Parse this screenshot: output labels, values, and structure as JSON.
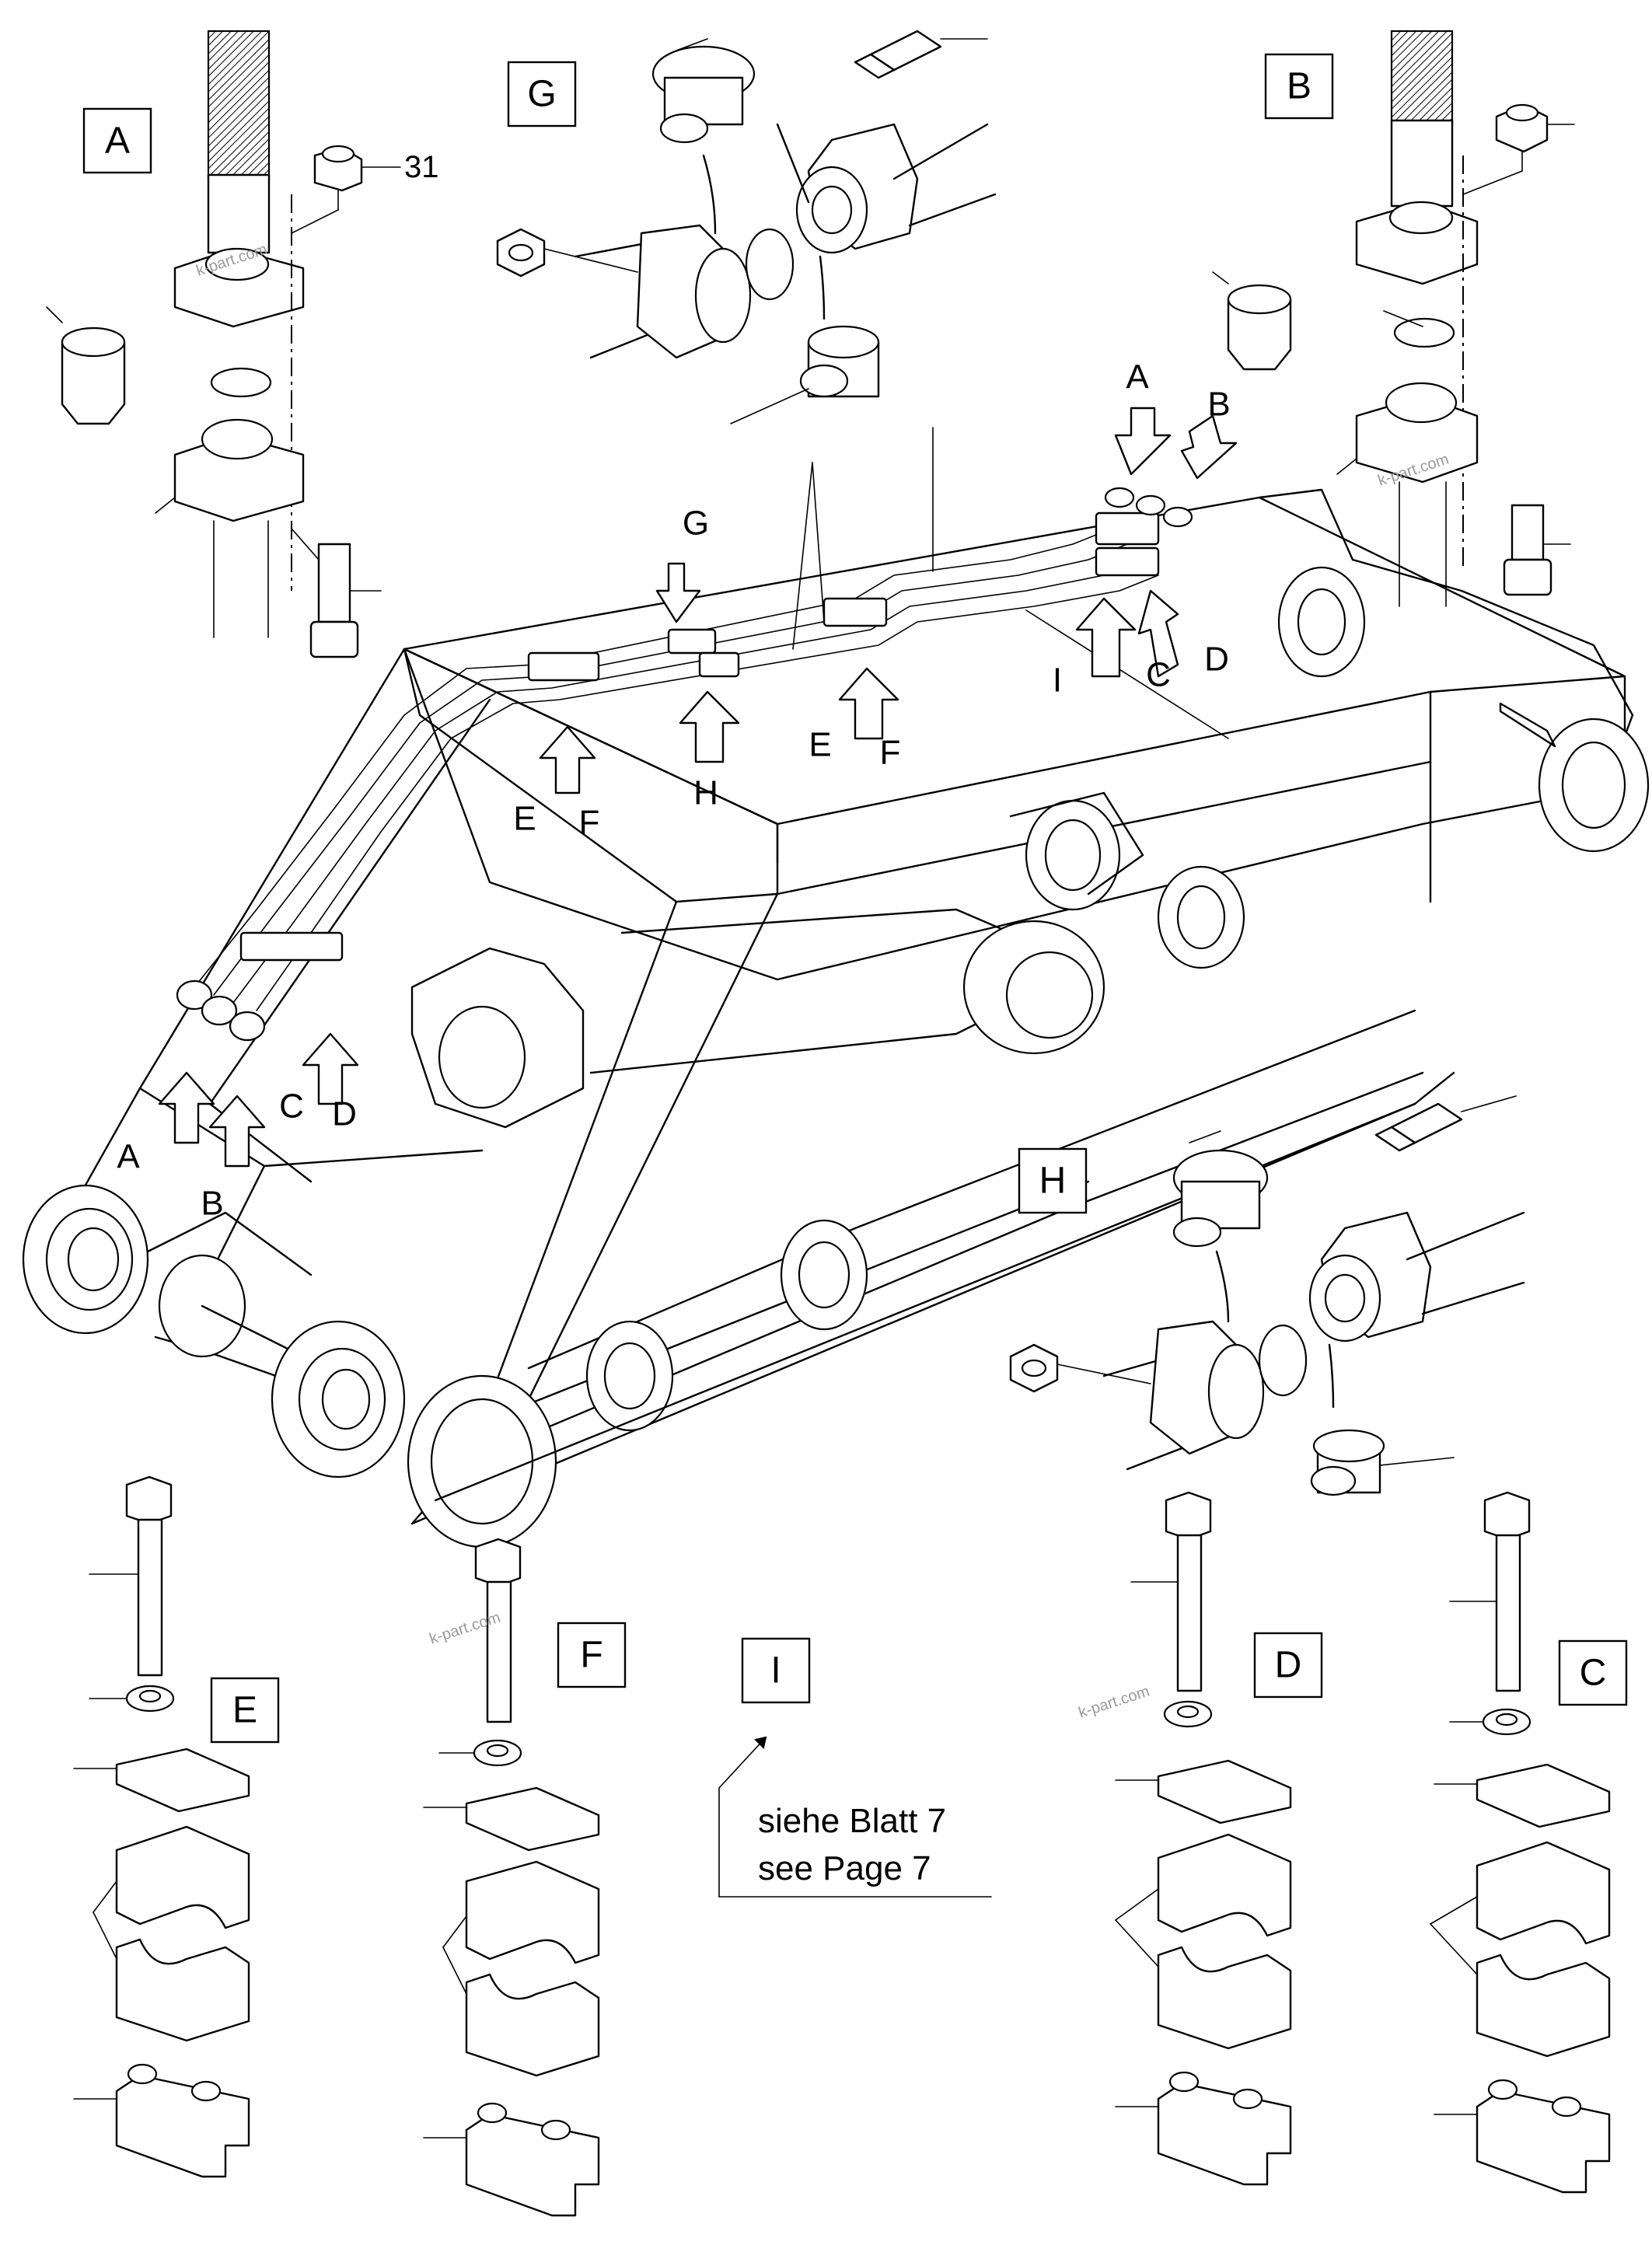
{
  "detail_boxes": {
    "A": "A",
    "B": "B",
    "C": "C",
    "D": "D",
    "E": "E",
    "F": "F",
    "G": "G",
    "H": "H",
    "I": "I"
  },
  "callouts": {
    "arrow_A_top": "A",
    "arrow_B_top": "B",
    "arrow_G": "G",
    "arrow_I": "I",
    "arrow_C_right": "C",
    "arrow_D_right": "D",
    "arrow_E_mid": "E",
    "arrow_F_mid": "F",
    "arrow_H": "H",
    "arrow_E_left": "E",
    "arrow_F_left": "F",
    "arrow_A_bottom": "A",
    "arrow_B_bottom": "B",
    "arrow_C_bottom": "C",
    "arrow_D_bottom": "D"
  },
  "part_number_31": "31",
  "note": {
    "line1": "siehe Blatt  7",
    "line2": "see     Page 7"
  },
  "watermark": "k-part.com"
}
